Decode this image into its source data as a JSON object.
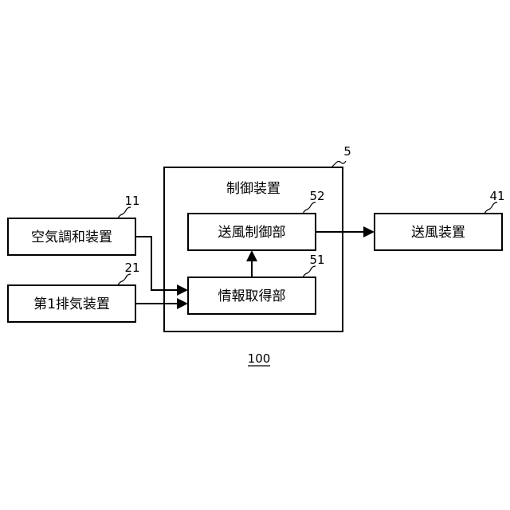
{
  "diagram": {
    "figure_number": "100",
    "blocks": {
      "controller": {
        "label": "制御装置",
        "ref": "5"
      },
      "fan_control": {
        "label": "送風制御部",
        "ref": "52"
      },
      "info_acquisition": {
        "label": "情報取得部",
        "ref": "51"
      },
      "air_conditioner": {
        "label": "空気調和装置",
        "ref": "11"
      },
      "exhaust_1": {
        "label": "第1排気装置",
        "ref": "21"
      },
      "blower": {
        "label": "送風装置",
        "ref": "41"
      }
    }
  }
}
